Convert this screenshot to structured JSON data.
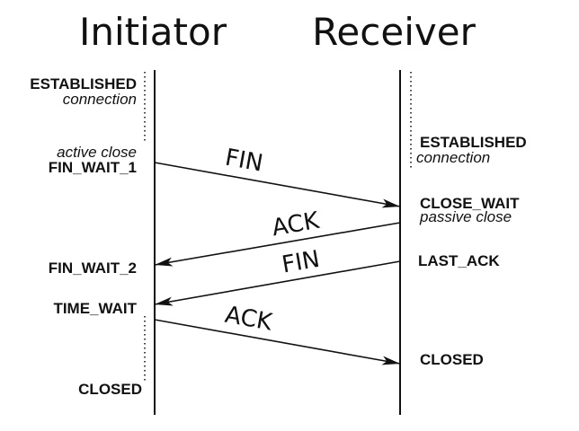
{
  "participants": {
    "initiator": "Initiator",
    "receiver": "Receiver"
  },
  "initiator_states": {
    "established": "ESTABLISHED",
    "established_note": "connection",
    "active_close_note": "active close",
    "fin_wait_1": "FIN_WAIT_1",
    "fin_wait_2": "FIN_WAIT_2",
    "time_wait": "TIME_WAIT",
    "closed": "CLOSED"
  },
  "receiver_states": {
    "established": "ESTABLISHED",
    "established_note": "connection",
    "close_wait": "CLOSE_WAIT",
    "passive_close_note": "passive close",
    "last_ack": "LAST_ACK",
    "closed": "CLOSED"
  },
  "messages": [
    {
      "label": "FIN",
      "from": "initiator",
      "to": "receiver"
    },
    {
      "label": "ACK",
      "from": "receiver",
      "to": "initiator"
    },
    {
      "label": "FIN",
      "from": "receiver",
      "to": "initiator"
    },
    {
      "label": "ACK",
      "from": "initiator",
      "to": "receiver"
    }
  ],
  "colors": {
    "ink": "#111111",
    "background": "#ffffff"
  }
}
